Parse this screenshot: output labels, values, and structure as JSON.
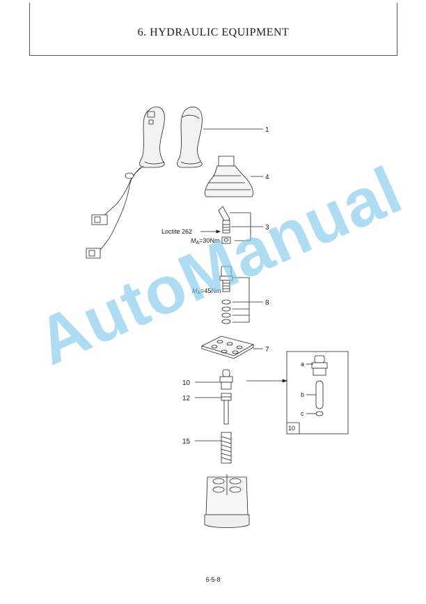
{
  "header": {
    "title": "6. HYDRAULIC EQUIPMENT"
  },
  "callouts": {
    "c1": "1",
    "c3": "3",
    "c4": "4",
    "c7": "7",
    "c8": "8",
    "c10": "10",
    "c12": "12",
    "c15": "15"
  },
  "annotations": {
    "loctite": "Loctite 262",
    "torque_30_sym": "M",
    "torque_30_sub": "A",
    "torque_30_val": "=30Nm",
    "torque_45_sym": "M",
    "torque_45_sub": "A",
    "torque_45_val": "=45Nm"
  },
  "detail_box": {
    "a": "a",
    "b": "b",
    "c": "c",
    "ref": "10"
  },
  "watermark": {
    "text": "AutoManual",
    "color": "#7ec8ec"
  },
  "footer": {
    "page_number": "6-5-8"
  }
}
